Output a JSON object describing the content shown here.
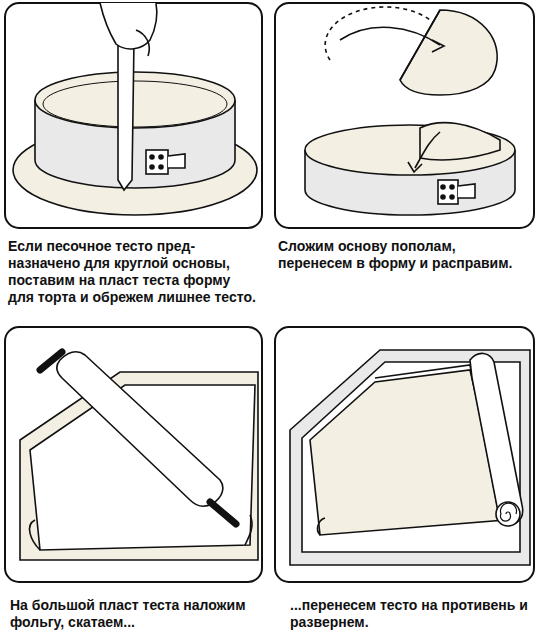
{
  "diagram": {
    "labels": [
      "Если песочное тесто пред- назначено для круглой основы, поставим на пласт теста форму для торта и обрежем лишнее тесто.",
      "Сложим основу пополам, перенесем в форму и расправим.",
      "На большой пласт теста наложим фольгу, скатаем...",
      "...перенесем тесто на противень и развернем."
    ]
  }
}
